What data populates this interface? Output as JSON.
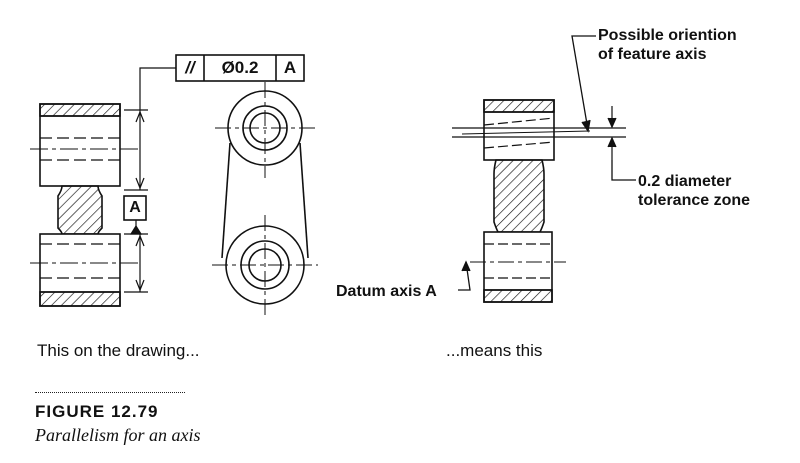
{
  "figure": {
    "number": "FIGURE 12.79",
    "title": "Parallelism for an axis"
  },
  "left_panel": {
    "caption": "This on the drawing...",
    "feature_control_frame": {
      "symbol": "//",
      "tolerance": "Ø0.2",
      "datum": "A"
    },
    "datum_label": "A"
  },
  "right_panel": {
    "caption": "...means this",
    "callout_axis": "Possible oriention\nof feature axis",
    "callout_zone": "0.2 diameter\ntolerance zone",
    "callout_datum": "Datum axis A"
  },
  "colors": {
    "ink": "#111111",
    "background": "#ffffff"
  }
}
